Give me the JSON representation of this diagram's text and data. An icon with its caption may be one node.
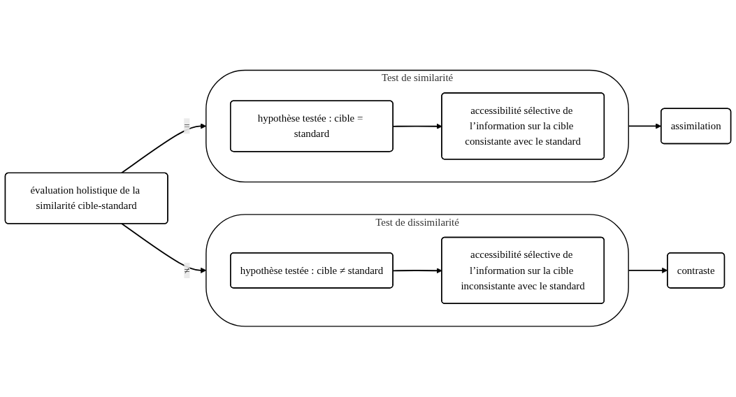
{
  "diagram": {
    "nodes": [
      {
        "text": [
          "Test de similarité"
        ]
      },
      {
        "text": [
          "hypothèse testée : cible = standard"
        ],
        "in": 0
      },
      {
        "text": [
          "accessibilité sélective de l’information sur la cible consistante avec le standard"
        ],
        "in": 0
      },
      {
        "text": [
          "évaluation holistique de la similarité cible-standard"
        ]
      },
      {
        "text": [
          "assimilation"
        ]
      },
      {
        "text": [
          "Test de dissimilarité"
        ]
      },
      {
        "text": [
          "hypothèse testée : cible ≠ standard"
        ],
        "in": 5
      },
      {
        "text": [
          "accessibilité sélective de l’information sur la cible inconsistante avec le standard"
        ],
        "in": 5
      },
      {
        "text": [
          "contraste"
        ]
      }
    ],
    "edges": [
      {
        "from": 3,
        "to": 0,
        "arrow": "to",
        "label": "="
      },
      {
        "from": 3,
        "to": 5,
        "arrow": "to",
        "label": "≠"
      },
      {
        "from": 1,
        "to": 2,
        "arrow": "to"
      },
      {
        "from": 0,
        "to": 4,
        "arrow": "to"
      },
      {
        "from": 6,
        "to": 7,
        "arrow": "to"
      },
      {
        "from": 5,
        "to": 8,
        "arrow": "to"
      }
    ]
  }
}
